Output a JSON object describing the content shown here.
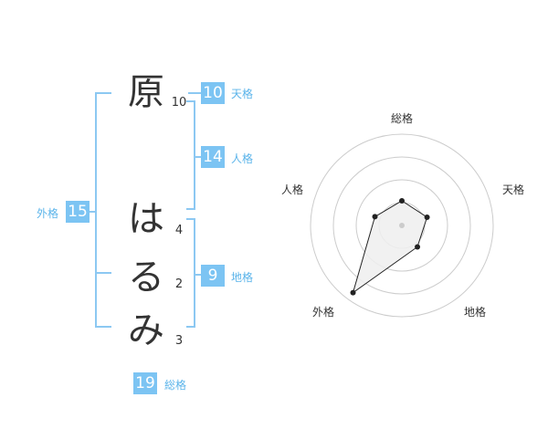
{
  "name": {
    "chars": [
      {
        "char": "原",
        "strokes": "10"
      },
      {
        "char": "は",
        "strokes": "4"
      },
      {
        "char": "る",
        "strokes": "2"
      },
      {
        "char": "み",
        "strokes": "3"
      }
    ]
  },
  "kakusu": {
    "tenkaku": {
      "label": "天格",
      "value": "10"
    },
    "jinkaku": {
      "label": "人格",
      "value": "14"
    },
    "chikaku": {
      "label": "地格",
      "value": "9"
    },
    "gaikaku": {
      "label": "外格",
      "value": "15"
    },
    "soukaku": {
      "label": "総格",
      "value": "19"
    }
  },
  "chart_data": {
    "type": "radar",
    "axes": [
      "総格",
      "天格",
      "地格",
      "外格",
      "人格"
    ],
    "values": [
      0.27,
      0.29,
      0.29,
      0.91,
      0.31
    ],
    "range": [
      0,
      1
    ],
    "rings": 4,
    "colors": {
      "rings": "#cccccc",
      "fill": "#eeeeee",
      "line": "#222222",
      "point": "#222222"
    }
  }
}
